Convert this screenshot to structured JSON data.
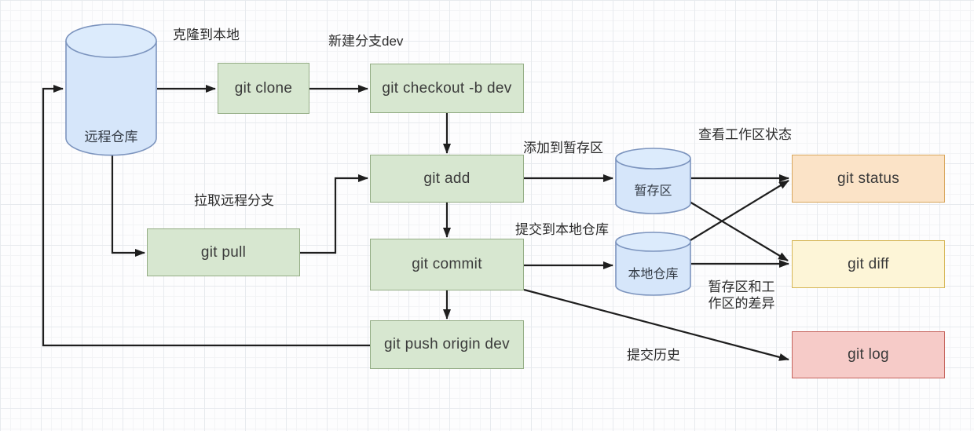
{
  "nodes": {
    "remote_repo": {
      "label": "远程仓库",
      "shape": "cylinder"
    },
    "git_clone": {
      "label": "git clone",
      "shape": "rect"
    },
    "git_checkout": {
      "label": "git checkout -b dev",
      "shape": "rect"
    },
    "git_add": {
      "label": "git add",
      "shape": "rect"
    },
    "git_pull": {
      "label": "git pull",
      "shape": "rect"
    },
    "git_commit": {
      "label": "git commit",
      "shape": "rect"
    },
    "git_push": {
      "label": "git push origin dev",
      "shape": "rect"
    },
    "staging_area": {
      "label": "暂存区",
      "shape": "cylinder"
    },
    "local_repo": {
      "label": "本地仓库",
      "shape": "cylinder"
    },
    "git_status": {
      "label": "git status",
      "shape": "rect"
    },
    "git_diff": {
      "label": "git diff",
      "shape": "rect"
    },
    "git_log": {
      "label": "git log",
      "shape": "rect"
    }
  },
  "edge_labels": {
    "clone_to_local": "克隆到本地",
    "new_branch_dev": "新建分支dev",
    "add_to_staging": "添加到暂存区",
    "view_work_status": "查看工作区状态",
    "pull_remote": "拉取远程分支",
    "commit_to_local": "提交到本地仓库",
    "diff_line1": "暂存区和工",
    "diff_line2": "作区的差异",
    "commit_history": "提交历史"
  },
  "colors": {
    "command_fill": "#d7e7d0",
    "command_border": "#94ad85",
    "storage_fill": "#d6e6fa",
    "storage_border": "#7c94be",
    "status_fill": "#fbe3c7",
    "status_border": "#d8a65c",
    "diff_fill": "#fdf5d7",
    "diff_border": "#d6b656",
    "log_fill": "#f6cbc8",
    "log_border": "#c5635c",
    "connector": "#1e1e1e"
  }
}
